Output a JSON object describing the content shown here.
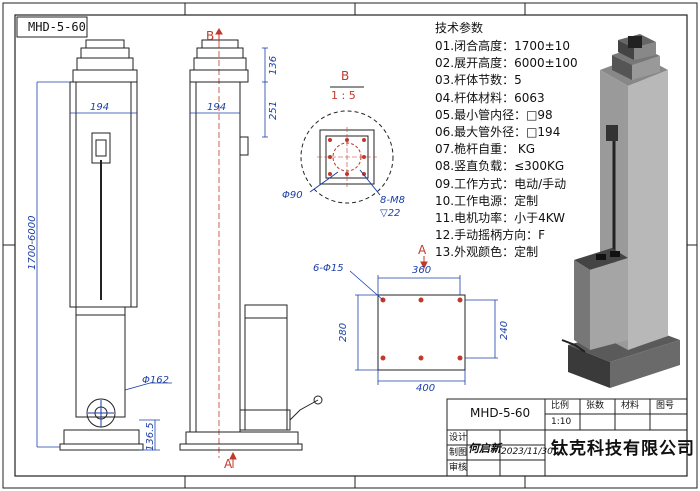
{
  "drawing_code": "MHD-5-60",
  "spec_title": "技术参数",
  "specs": [
    "01.闭合高度：1700±10",
    "02.展开高度：6000±100",
    "03.杆体节数：5",
    "04.杆体材料：6063",
    "05.最小管内径：□98",
    "06.最大管外径：□194",
    "07.桅杆自重：      KG",
    "08.竖直负载：≤300KG",
    "09.工作方式：电动/手动",
    "10.工作电源：定制",
    "11.电机功率：小于4KW",
    "12.手动摇柄方向：F",
    "13.外观颜色：定制"
  ],
  "views": {
    "section_b_label": "B",
    "section_a_label": "A",
    "detail_label": "B",
    "detail_scale": "1 : 5",
    "view_a_label": "A"
  },
  "dimensions": {
    "front_width": "194",
    "front_height": "1700-6000",
    "front_motor_dia": "Φ162",
    "front_base_height": "136.5",
    "side_width": "194",
    "side_top_1": "136",
    "side_top_2": "251",
    "detail_dia": "Φ90",
    "detail_bolts": "8-M8",
    "detail_depth": "▽22",
    "base_holes": "6-Φ15",
    "base_top_width": "360",
    "base_bottom_width": "400",
    "base_left_height": "280",
    "base_right_height": "240"
  },
  "title_block": {
    "drawing_name": "MHD-5-60",
    "headers": [
      "比例",
      "张数",
      "材料",
      "图号"
    ],
    "scale": "1:10",
    "design_label": "设计",
    "draw_label": "制图",
    "review_label": "审核",
    "signature": "何启新",
    "date": "2023/11/30",
    "company": "钛克科技有限公司"
  }
}
